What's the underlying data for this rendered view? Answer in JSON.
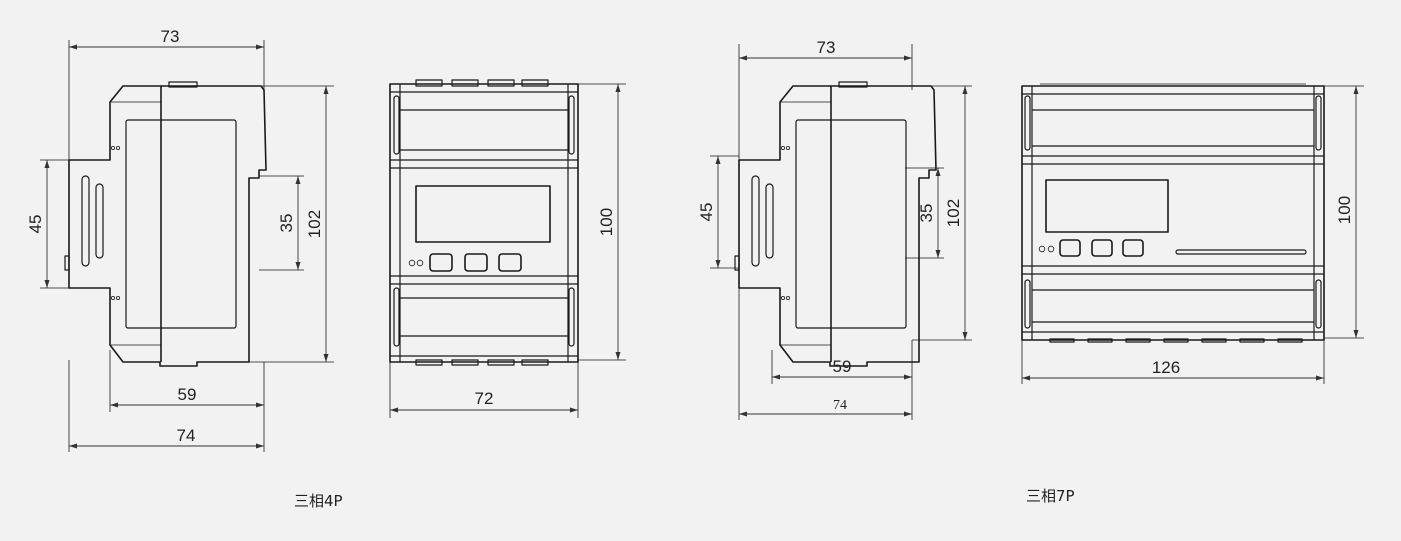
{
  "figures": {
    "four_pole": {
      "caption": "三相4P",
      "side_view": {
        "top_width": "73",
        "rail_height": "45",
        "clip_height": "35",
        "total_height": "102",
        "body_width": "59",
        "total_width": "74"
      },
      "front_view": {
        "height": "100",
        "width": "72"
      }
    },
    "seven_pole": {
      "caption": "三相7P",
      "side_view": {
        "top_width": "73",
        "rail_height": "45",
        "clip_height": "35",
        "total_height": "102",
        "body_width": "59",
        "total_width": "74"
      },
      "front_view": {
        "height": "100",
        "width": "126"
      }
    }
  }
}
